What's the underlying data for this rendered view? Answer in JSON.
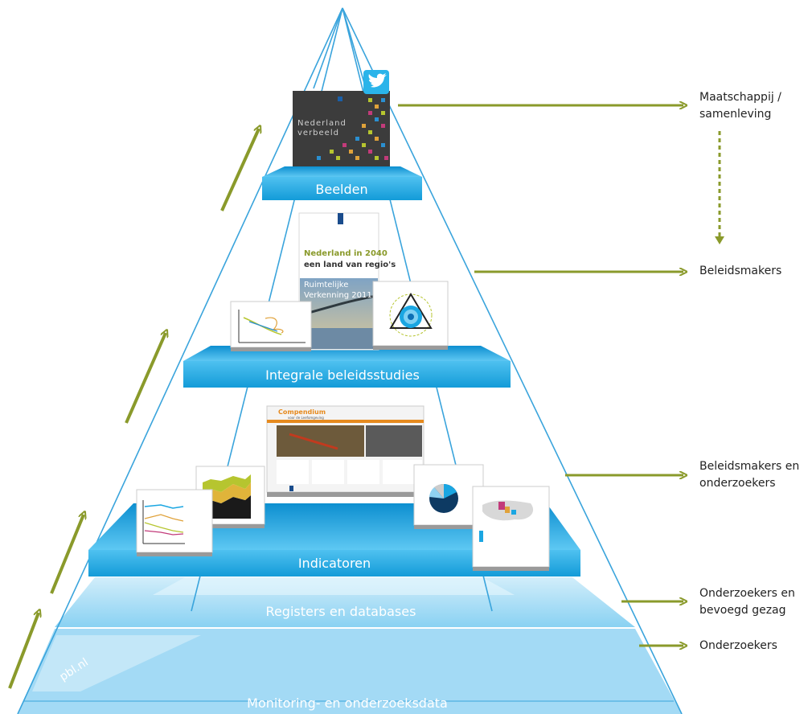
{
  "levels": [
    {
      "label": "Monitoring- en onderzoeksdata"
    },
    {
      "label": "Registers en databases"
    },
    {
      "label": "Indicatoren"
    },
    {
      "label": "Integrale beleidsstudies"
    },
    {
      "label": "Beelden"
    }
  ],
  "audiences": [
    {
      "label": "Onderzoekers"
    },
    {
      "label": "Onderzoekers en\nbevoegd gezag"
    },
    {
      "label": "Beleidsmakers en\nonderzoekers"
    },
    {
      "label": "Beleidsmakers"
    },
    {
      "label": "Maatschappij /\nsamenleving"
    }
  ],
  "side_label": "pbl.nl",
  "beelden_cover": {
    "title_line1": "Nederland",
    "title_line2": "verbeeld"
  },
  "report_cover": {
    "line1": "Nederland in 2040",
    "line2": "een land van regio's",
    "line3": "Ruimtelijke",
    "line4": "Verkenning 2011"
  },
  "compendium": {
    "title": "Compendium",
    "subtitle": "voor de Leefomgeving"
  },
  "colors": {
    "arrow": "#8a9a2b",
    "level_band": "#1aa6e2",
    "pyramid_line": "#3aa4dc",
    "base_fill": "#8fd2f2",
    "cover_dark": "#3c3c3c",
    "cover_green": "#b6c52f"
  },
  "icons": [
    "twitter-bird-icon"
  ]
}
